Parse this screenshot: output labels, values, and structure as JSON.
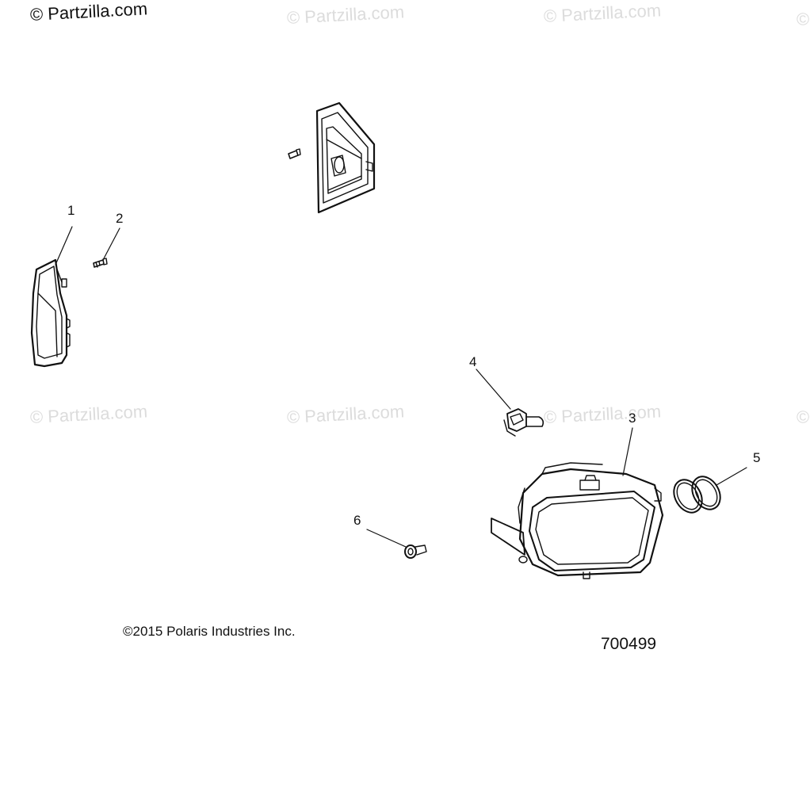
{
  "watermarks": {
    "main": "© Partzilla.com",
    "faint": "© Partzilla.com"
  },
  "callouts": [
    "1",
    "2",
    "3",
    "4",
    "5",
    "6"
  ],
  "footer": {
    "copyright": "©2015 Polaris Industries Inc.",
    "part_number": "700499"
  },
  "colors": {
    "line": "#111111",
    "watermark": "#dcdcdc"
  }
}
